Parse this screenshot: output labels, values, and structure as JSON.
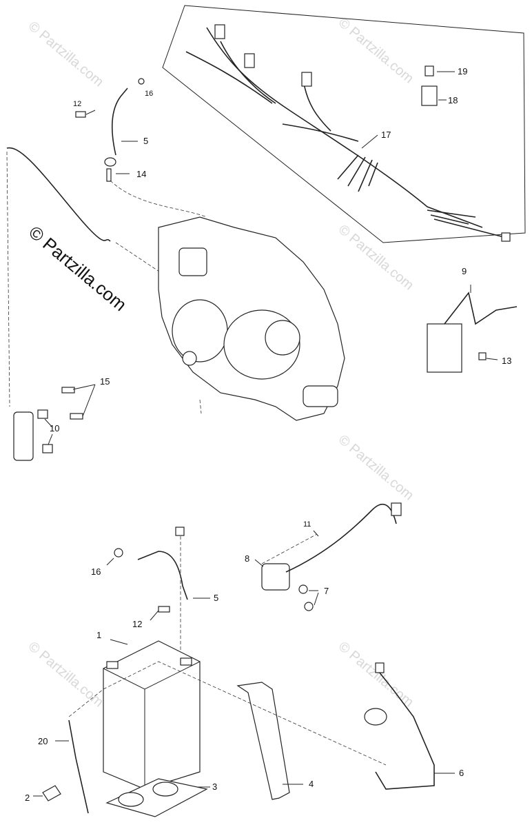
{
  "watermark": {
    "main": "© Partzilla.com",
    "faint": "© Partzilla.com"
  },
  "callouts": {
    "c1": "1",
    "c2": "2",
    "c3": "3",
    "c4": "4",
    "c5a": "5",
    "c5b": "5",
    "c6": "6",
    "c7": "7",
    "c8": "8",
    "c9": "9",
    "c10": "10",
    "c11": "11",
    "c12a": "12",
    "c12b": "12",
    "c13": "13",
    "c14": "14",
    "c15": "15",
    "c16a": "16",
    "c16b": "16",
    "c17": "17",
    "c18": "18",
    "c19": "19",
    "c20": "20"
  }
}
